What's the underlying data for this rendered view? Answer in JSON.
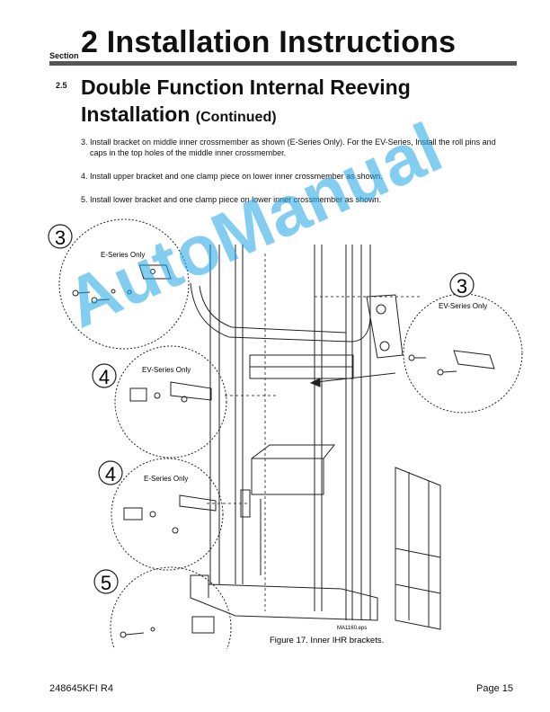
{
  "header": {
    "section_word": "Section",
    "section_title": "2 Installation Instructions",
    "subsection_number": "2.5",
    "subsection_title": "Double Function Internal Reeving Installation",
    "subsection_continued": "(Continued)"
  },
  "steps": [
    "3. Install bracket on middle inner crossmember as shown (E-Series Only). For the EV-Series, Install the roll pins and caps in the top holes of the middle inner crossmember.",
    "4. Install upper bracket and one clamp piece on lower inner crossmember as shown.",
    "5. Install lower bracket and one clamp piece on lower inner crossmember as shown."
  ],
  "figure": {
    "callouts": {
      "c3_left_num": "3",
      "c3_left_label": "E-Series Only",
      "c3_right_num": "3",
      "c3_right_label": "EV-Series Only",
      "c4_upper_num": "4",
      "c4_upper_label": "EV-Series Only",
      "c4_lower_num": "4",
      "c4_lower_label": "E-Series Only",
      "c5_num": "5"
    },
    "file_label": "MA1160.eps",
    "caption": "Figure 17. Inner IHR brackets."
  },
  "footer": {
    "doc_number": "248645KFI R4",
    "page": "Page 15"
  },
  "watermark": "AutoManual",
  "colors": {
    "watermark": "#1ea6e6",
    "rule": "#555555"
  }
}
